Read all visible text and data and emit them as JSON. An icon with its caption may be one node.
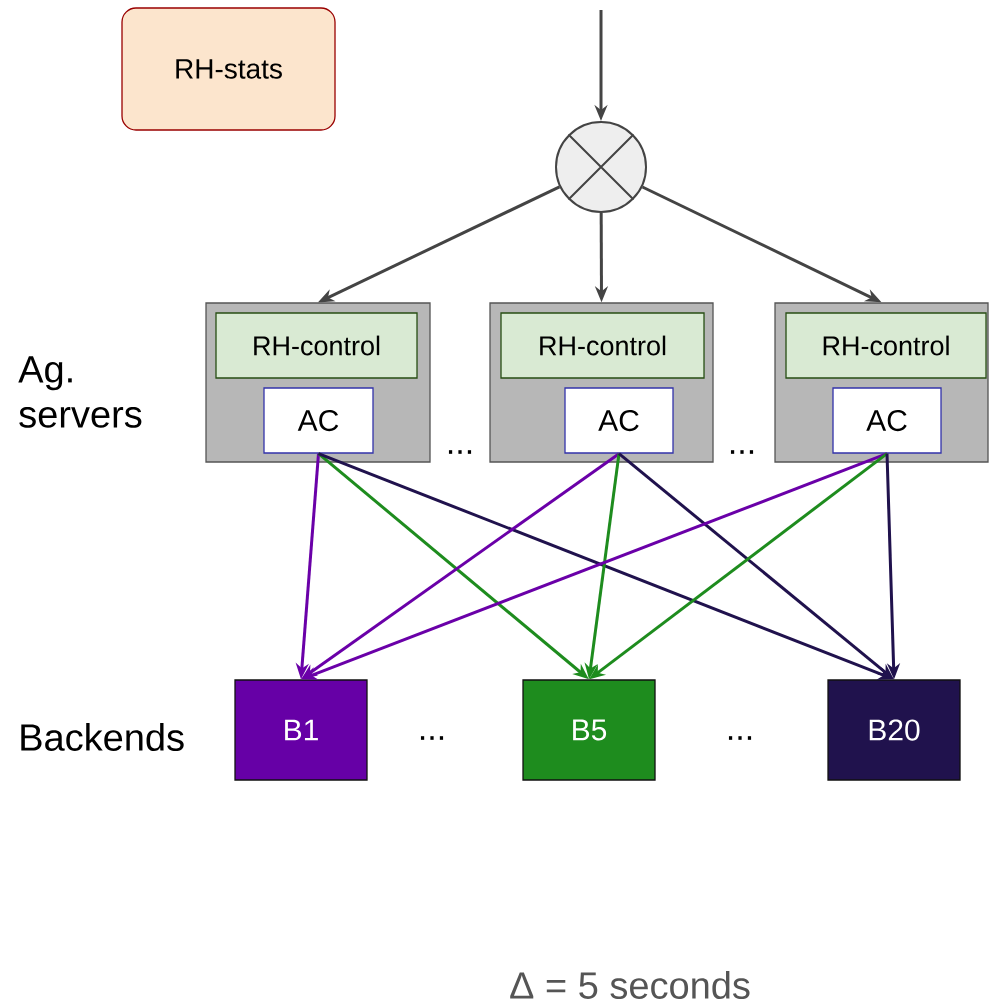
{
  "diagram": {
    "nodes": [
      {
        "text": [
          "RH-stats"
        ]
      },
      {
        "text": [],
        "shape": "circle"
      },
      {
        "text": [],
        "shape": "box"
      },
      {
        "text": [
          "RH-control"
        ],
        "in": 2
      },
      {
        "text": [
          "AC"
        ],
        "in": 2
      },
      {
        "text": [],
        "shape": "box"
      },
      {
        "text": [
          "RH-control"
        ],
        "in": 5
      },
      {
        "text": [
          "AC"
        ],
        "in": 5
      },
      {
        "text": [],
        "shape": "box"
      },
      {
        "text": [
          "RH-control"
        ],
        "in": 8
      },
      {
        "text": [
          "AC"
        ],
        "in": 8
      },
      {
        "text": [
          "B1"
        ]
      },
      {
        "text": [
          "B5"
        ]
      },
      {
        "text": [
          "B20"
        ]
      }
    ],
    "edges": [
      {
        "from": null,
        "to": 1,
        "arrow": "to"
      },
      {
        "from": 1,
        "to": 2,
        "arrow": "to"
      },
      {
        "from": 1,
        "to": 5,
        "arrow": "to"
      },
      {
        "from": 1,
        "to": 8,
        "arrow": "to"
      },
      {
        "from": 4,
        "to": 11,
        "arrow": "to",
        "color": "#6a00a8"
      },
      {
        "from": 4,
        "to": 12,
        "arrow": "to",
        "color": "#1e8c1e"
      },
      {
        "from": 4,
        "to": 13,
        "arrow": "to",
        "color": "#20124d"
      },
      {
        "from": 7,
        "to": 11,
        "arrow": "to",
        "color": "#6a00a8"
      },
      {
        "from": 7,
        "to": 12,
        "arrow": "to",
        "color": "#1e8c1e"
      },
      {
        "from": 7,
        "to": 13,
        "arrow": "to",
        "color": "#20124d"
      },
      {
        "from": 10,
        "to": 11,
        "arrow": "to",
        "color": "#6a00a8"
      },
      {
        "from": 10,
        "to": 12,
        "arrow": "to",
        "color": "#1e8c1e"
      },
      {
        "from": 10,
        "to": 13,
        "arrow": "to",
        "color": "#20124d"
      }
    ],
    "labels": [
      "Ag. servers",
      "...",
      "...",
      "Backends",
      "...",
      "...",
      "Δ = 5 seconds"
    ]
  }
}
